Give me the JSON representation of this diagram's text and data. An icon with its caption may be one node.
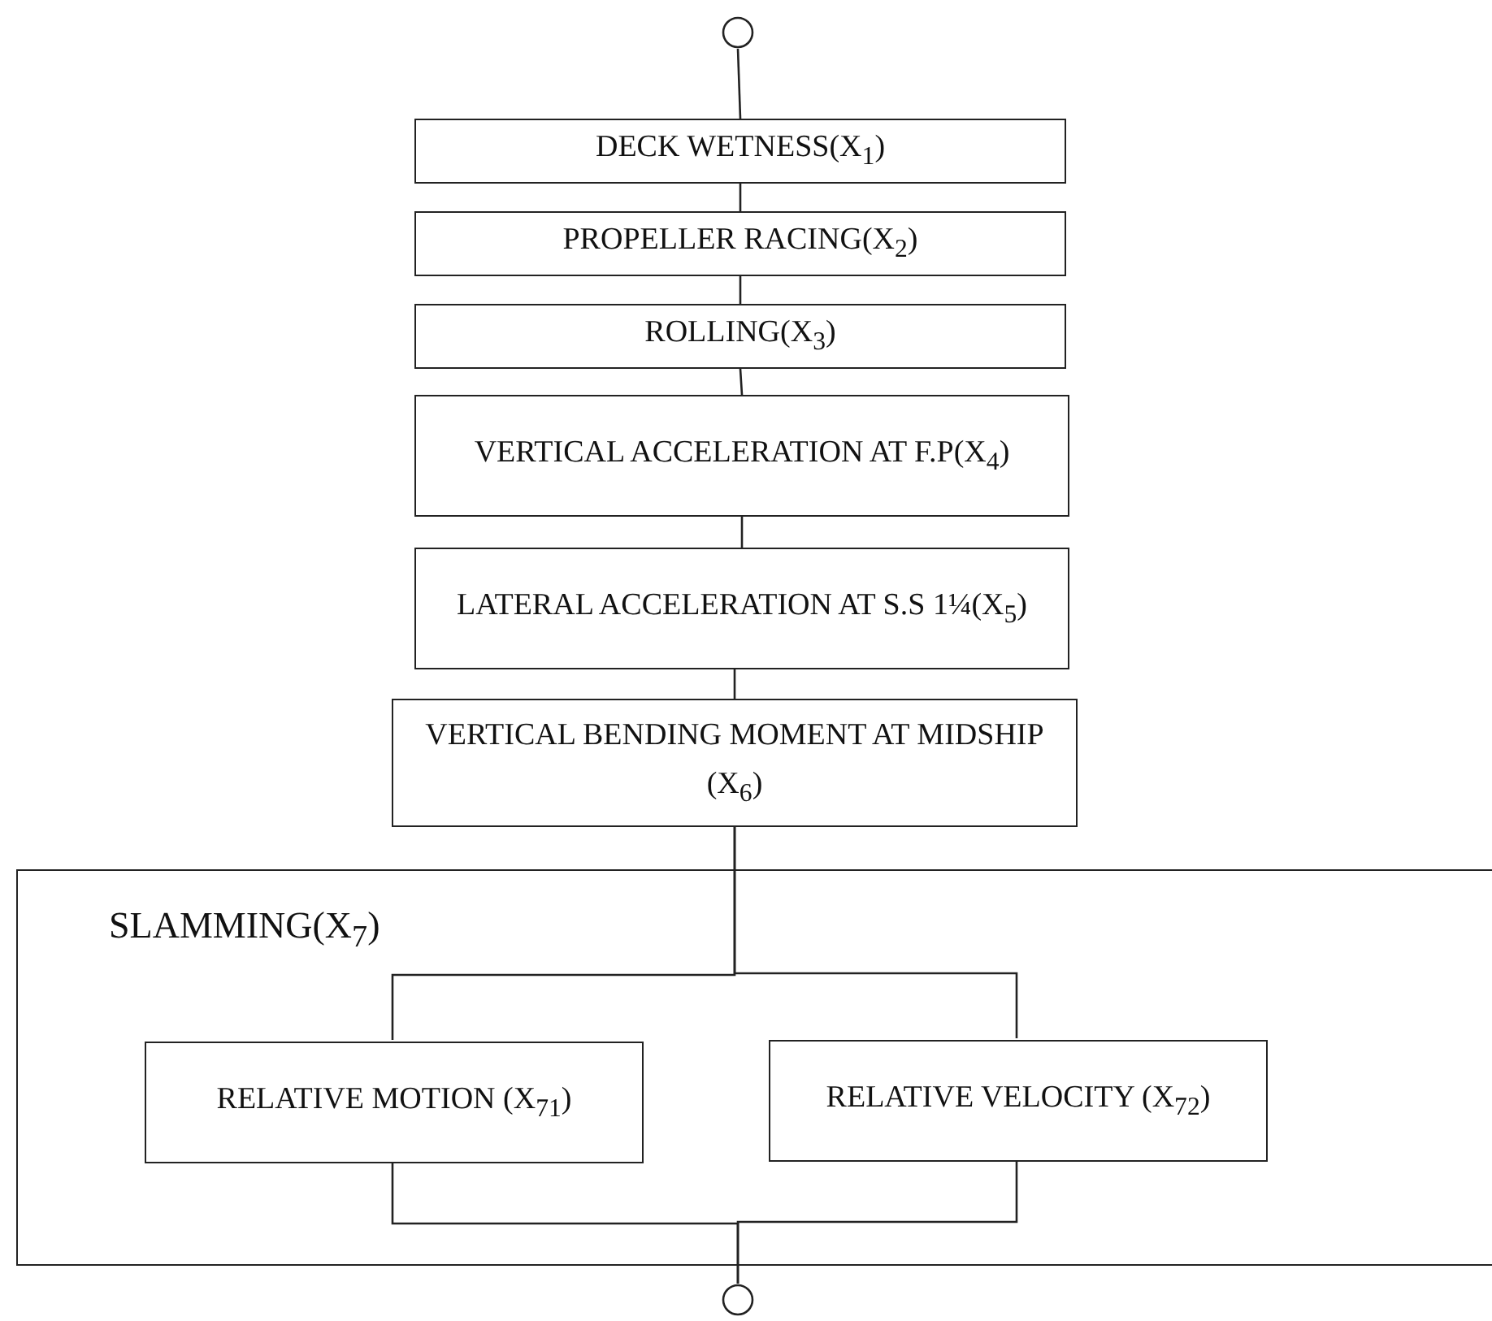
{
  "diagram": {
    "nodes": [
      {
        "text": [],
        "shape": "circle"
      },
      {
        "text": [
          "DECK WETNESS(X$_{1}$)"
        ]
      },
      {
        "text": [
          "PROPELLER RACING(X$_{2}$)"
        ]
      },
      {
        "text": [
          "ROLLING(X$_{3}$)"
        ]
      },
      {
        "text": [
          "VERTICAL ACCELERATION AT F.P(X$_{4}$)"
        ]
      },
      {
        "text": [
          "LATERAL ACCELERATION AT S.S 1¼(X$_{5}$)"
        ]
      },
      {
        "text": [
          "VERTICAL BENDING MOMENT AT MIDSHIP (X$_{6}$)"
        ]
      },
      {
        "text": [
          "SLAMMING(X$_{7}$)"
        ]
      },
      {
        "text": [
          "RELATIVE MOTION (X$_{71}$)"
        ],
        "in": 7
      },
      {
        "text": [
          "RELATIVE VELOCITY (X$_{72}$)"
        ],
        "in": 7
      },
      {
        "text": [],
        "shape": "circle"
      }
    ],
    "edges": [
      {
        "from": 0,
        "to": 1,
        "arrow": "none"
      },
      {
        "from": 1,
        "to": 2,
        "arrow": "none"
      },
      {
        "from": 2,
        "to": 3,
        "arrow": "none"
      },
      {
        "from": 3,
        "to": 4,
        "arrow": "none"
      },
      {
        "from": 4,
        "to": 5,
        "arrow": "none"
      },
      {
        "from": 5,
        "to": 6,
        "arrow": "none"
      },
      {
        "from": 6,
        "to": 8,
        "arrow": "none"
      },
      {
        "from": 6,
        "to": 9,
        "arrow": "none"
      },
      {
        "from": 8,
        "to": 10,
        "arrow": "none"
      },
      {
        "from": 9,
        "to": 10,
        "arrow": "none"
      }
    ]
  }
}
